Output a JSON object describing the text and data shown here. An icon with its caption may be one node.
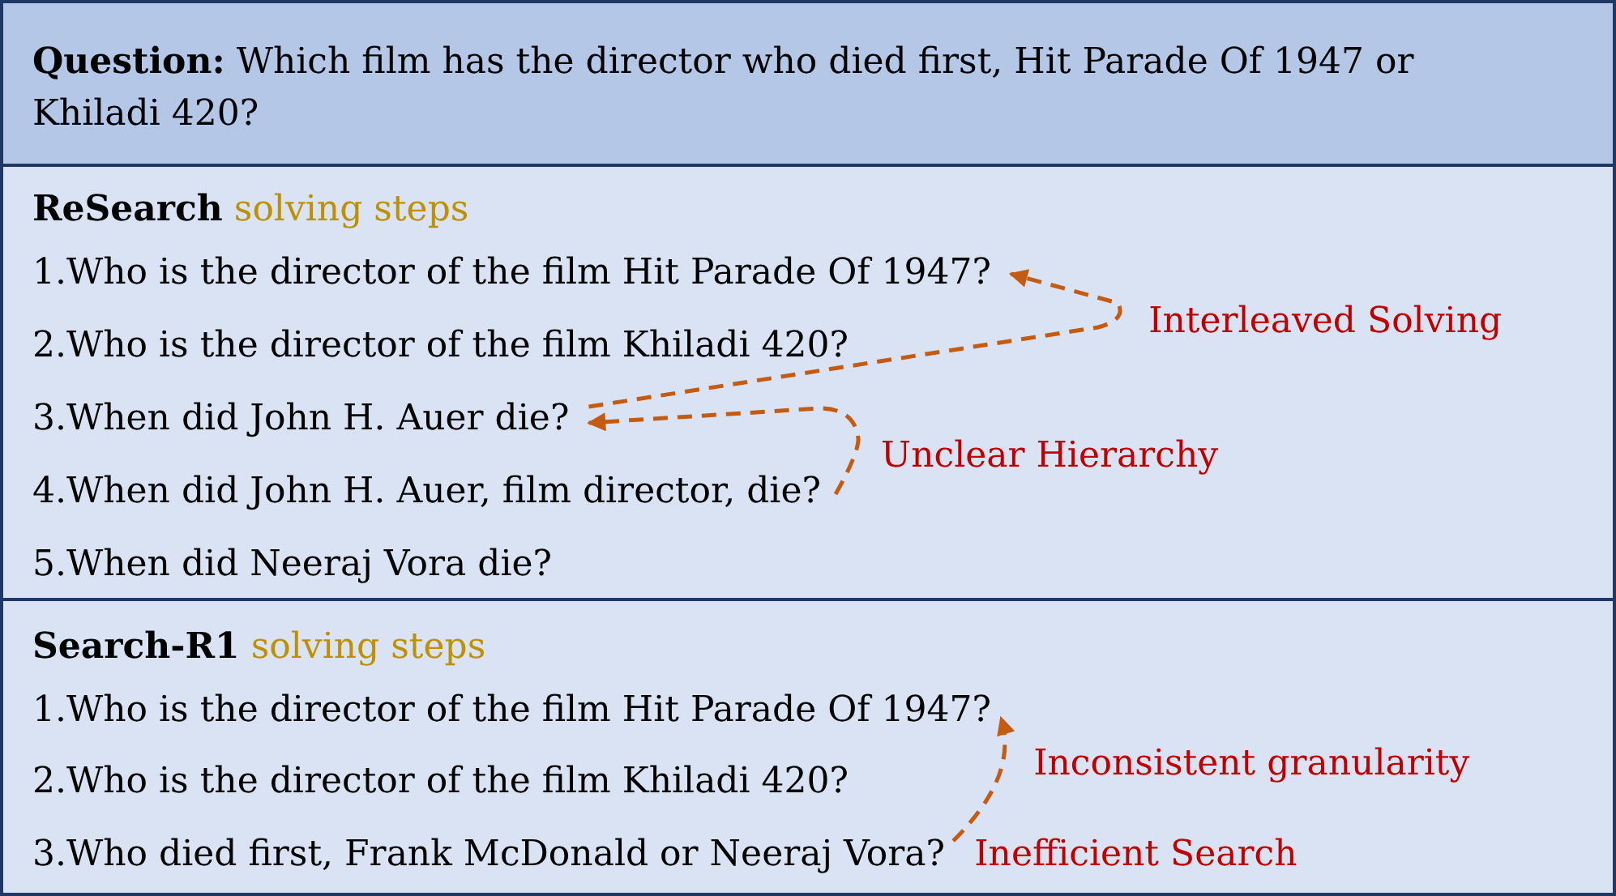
{
  "diagram": {
    "nodes": [
      {
        "text": [
          "**Question:** Which film has the director who died first, Hit Parade Of 1947 or Khiladi 420?"
        ]
      },
      {
        "text": [
          "**ReSearch** solving steps"
        ]
      },
      {
        "text": [
          "1.Who is the director of the film Hit Parade Of 1947?"
        ],
        "in": 1
      },
      {
        "text": [
          "2.Who is the director of the film Khiladi 420?"
        ],
        "in": 1
      },
      {
        "text": [
          "3.When did John H. Auer die?"
        ],
        "in": 1
      },
      {
        "text": [
          "4.When did John H. Auer, film director, die?"
        ],
        "in": 1
      },
      {
        "text": [
          "5.When did Neeraj Vora die?"
        ],
        "in": 1
      },
      {
        "text": [
          "**Search-R1** solving steps"
        ]
      },
      {
        "text": [
          "1.Who is the director of the film Hit Parade Of 1947?"
        ],
        "in": 7
      },
      {
        "text": [
          "2.Who is the director of the film Khiladi 420?"
        ],
        "in": 7
      },
      {
        "text": [
          "3.Who died first, Frank McDonald or Neeraj Vora?"
        ],
        "in": 7,
        "beside": [
          "Inefficient Search"
        ]
      }
    ],
    "edges": [
      {
        "from": 4,
        "to": 2,
        "arrow": "to",
        "style": "dashed",
        "label": "Interleaved Solving"
      },
      {
        "from": 5,
        "to": 4,
        "arrow": "to",
        "style": "dashed",
        "label": "Unclear Hierarchy"
      },
      {
        "from": 10,
        "to": 8,
        "arrow": "to",
        "style": "dashed",
        "label": "Inconsistent granularity"
      }
    ]
  }
}
